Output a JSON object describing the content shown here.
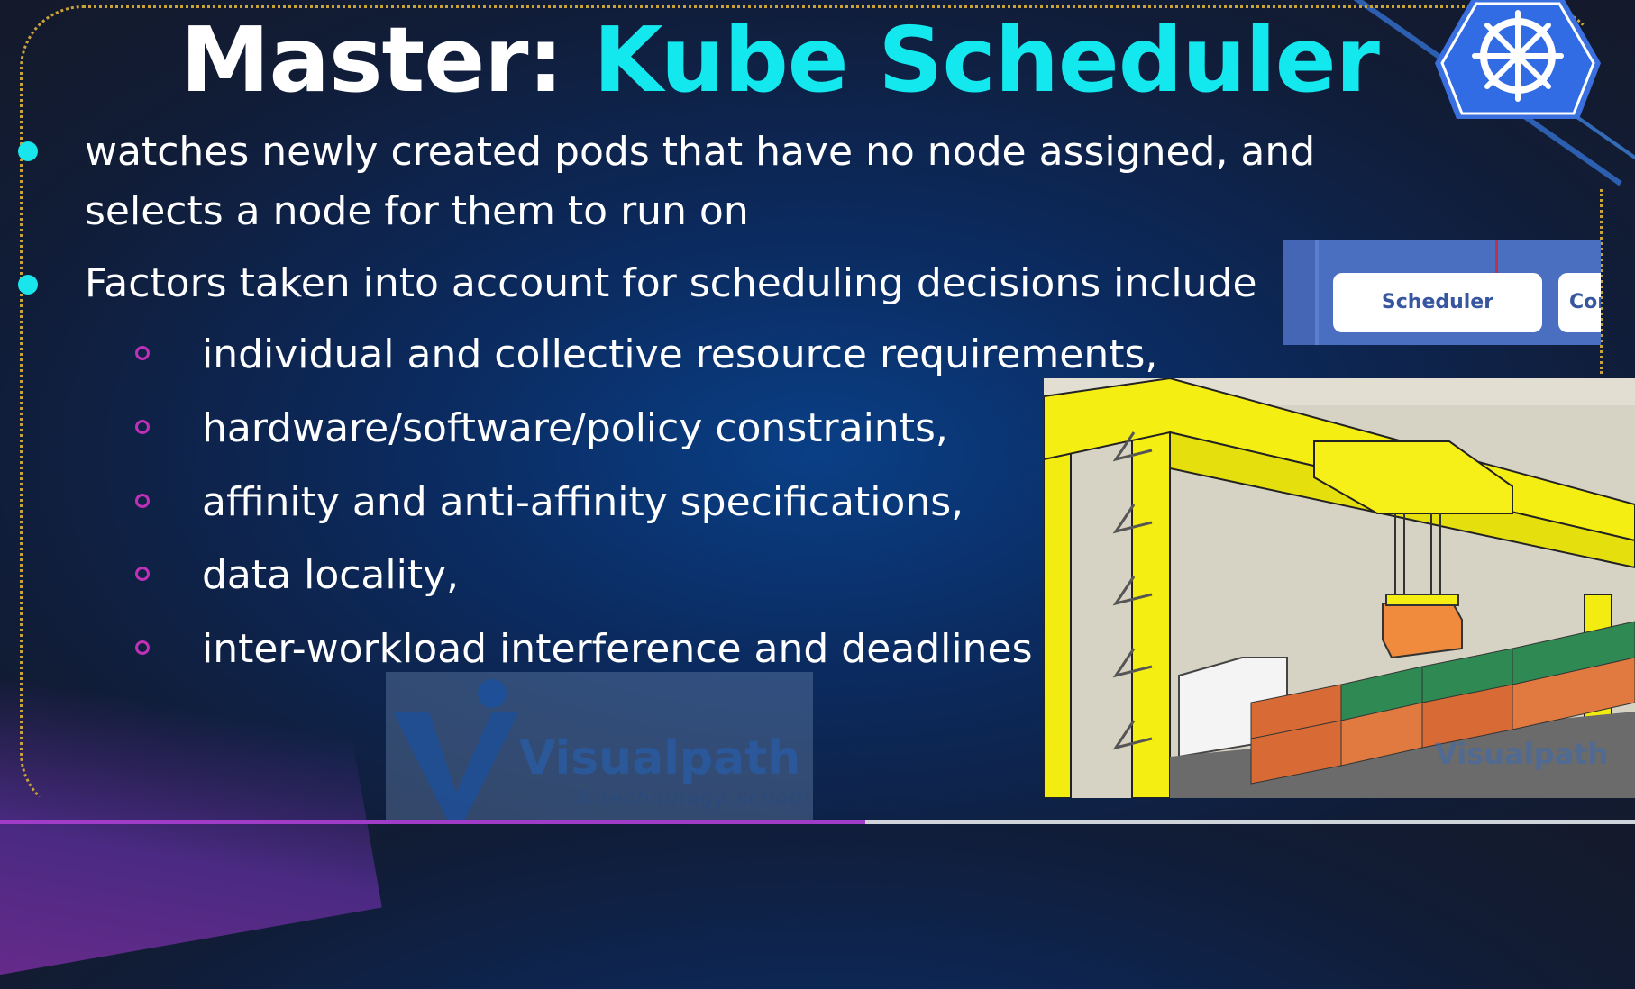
{
  "slide": {
    "title_part1": "Master:",
    "title_part2": "Kube Scheduler",
    "bullets": [
      "watches newly created pods that have no node assigned, and selects a node for them to run on",
      "Factors taken into account for scheduling decisions include"
    ],
    "sub_bullets": [
      "individual and collective resource requirements,",
      "hardware/software/policy constraints,",
      "affinity and anti-affinity specifications,",
      "data locality,",
      "inter-workload interference and deadlines"
    ]
  },
  "inset": {
    "scheduler_label": "Scheduler",
    "next_label": "Con"
  },
  "watermark": {
    "brand": "Visualpath",
    "tagline": "A technology school",
    "brand_small": "Visualpath"
  },
  "colors": {
    "accent": "#12e8ee",
    "bullet": "#19e6ec",
    "sub_bullet": "#c030b8",
    "frame": "#c9a23a"
  },
  "icons": [
    "kubernetes-logo-icon",
    "visualpath-logo-icon"
  ]
}
